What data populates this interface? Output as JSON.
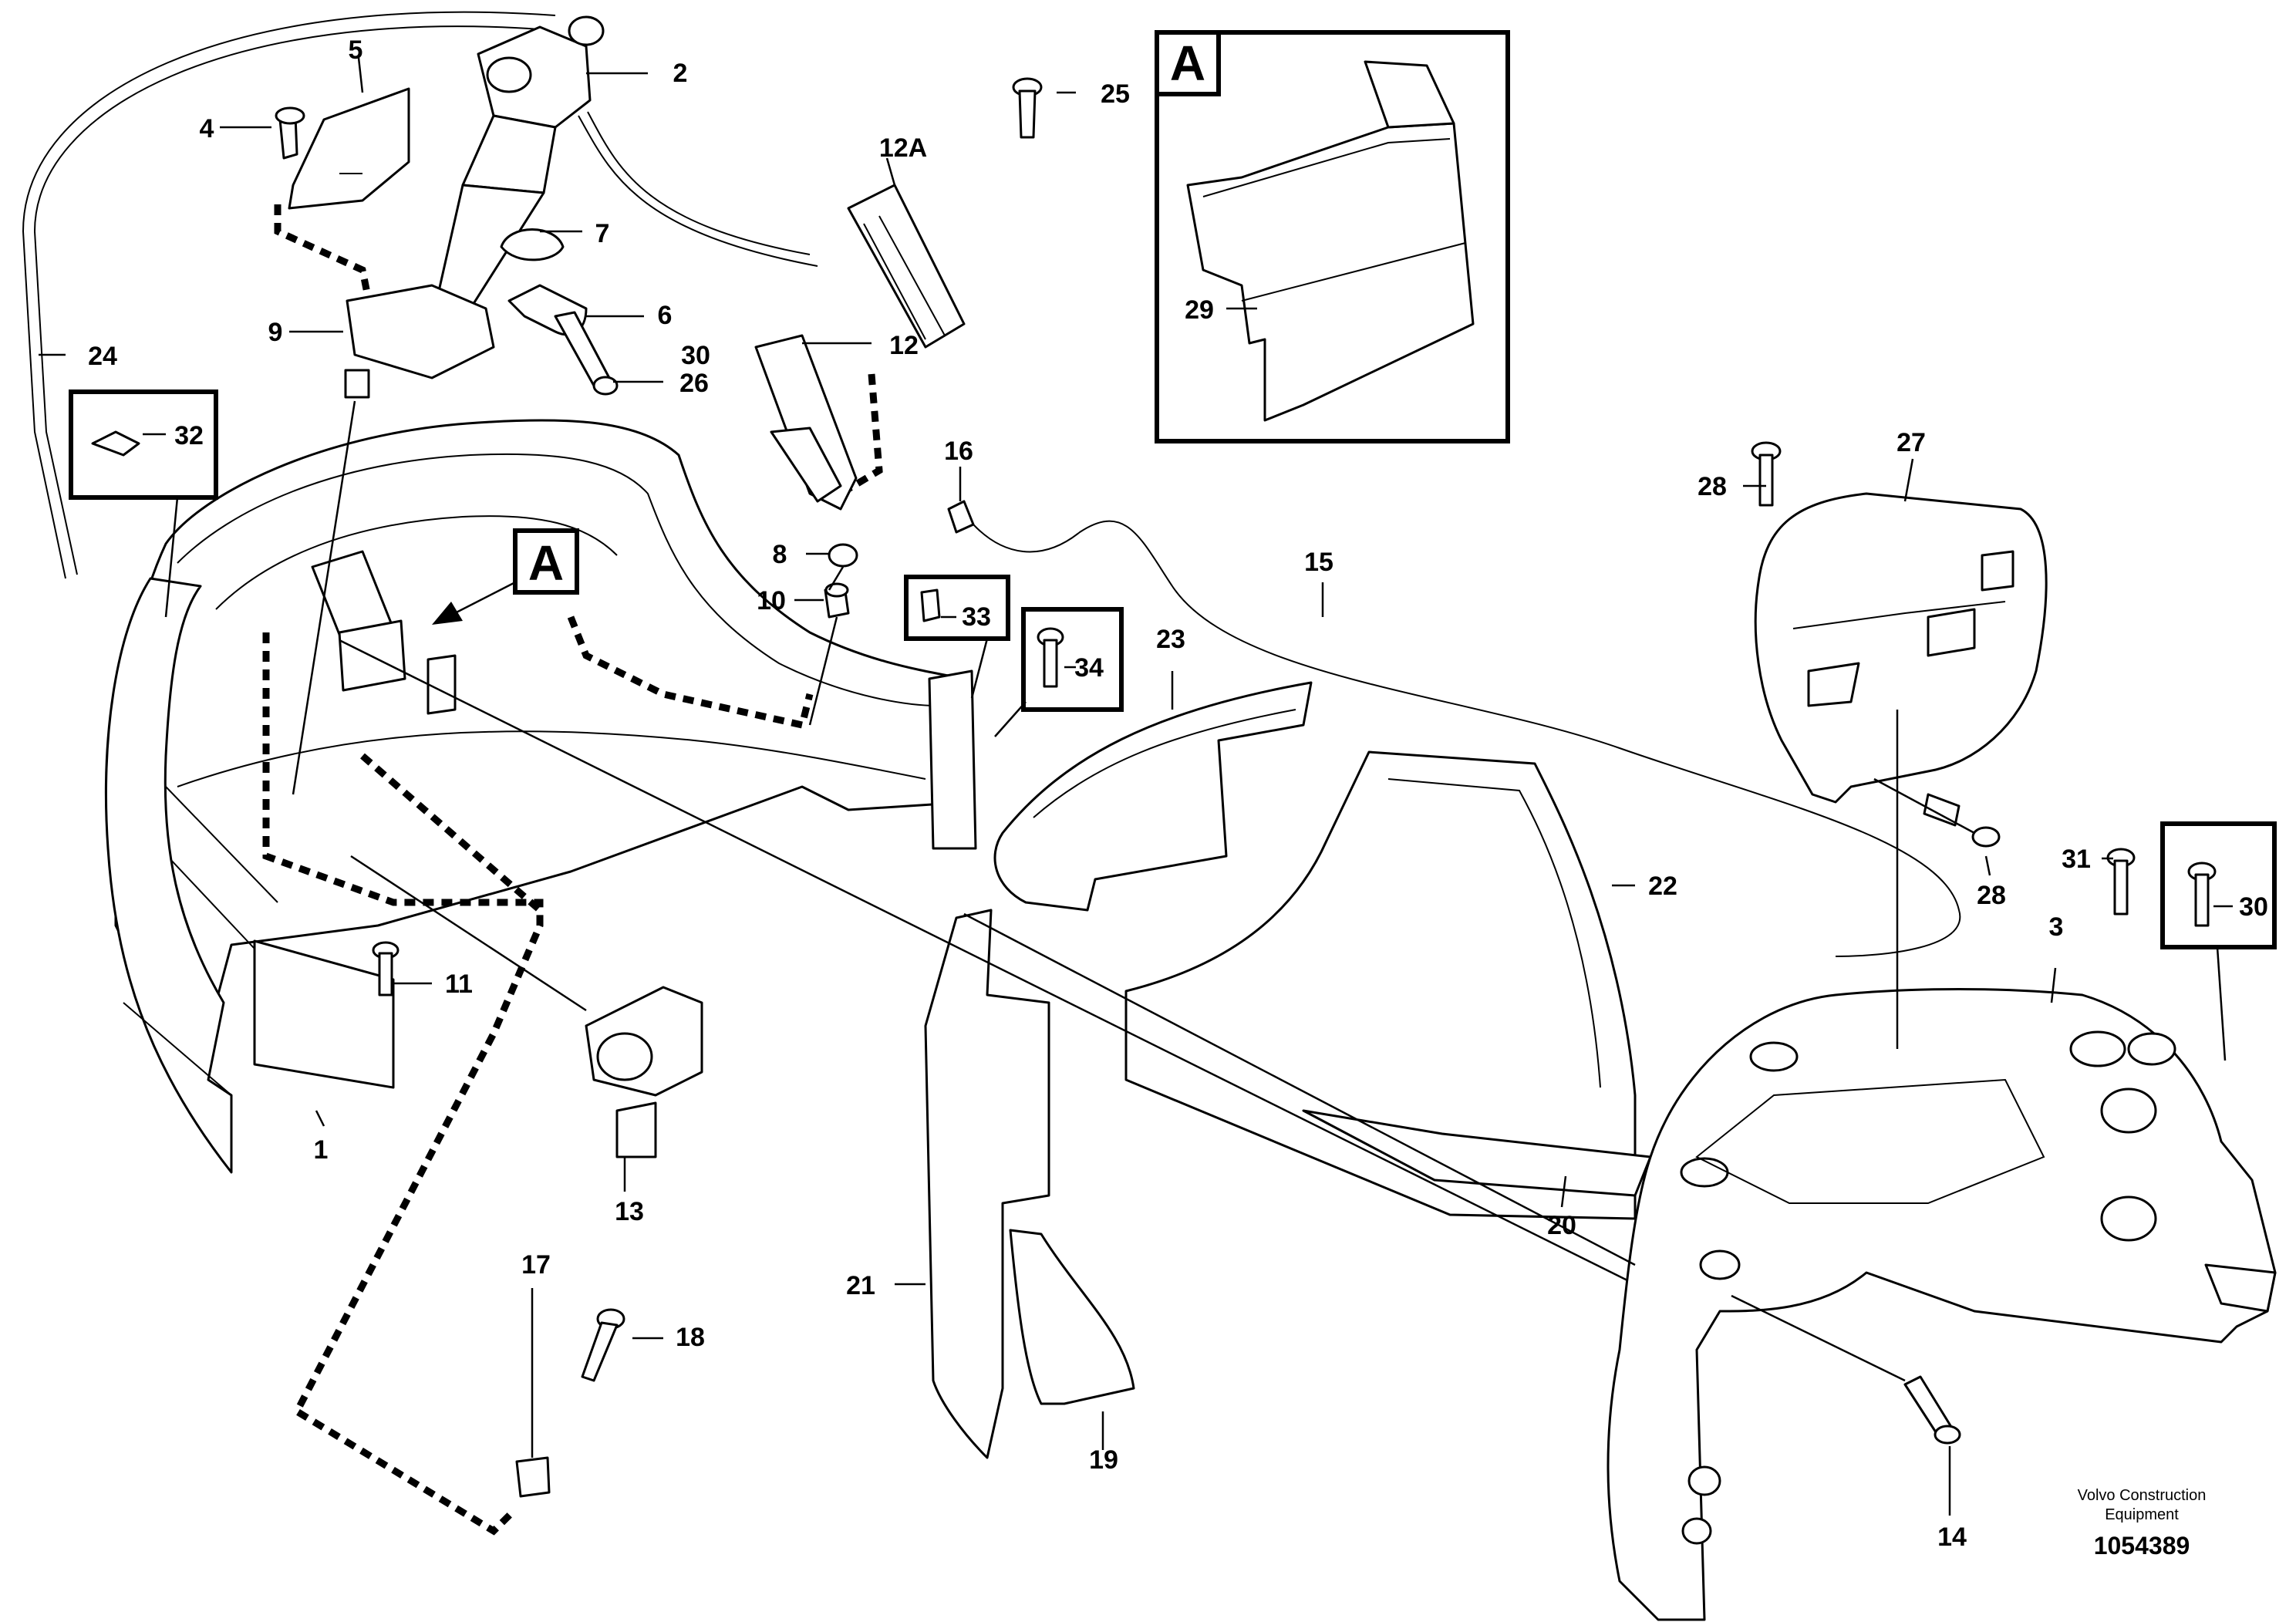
{
  "callouts": {
    "c1": "1",
    "c2": "2",
    "c3": "3",
    "c4": "4",
    "c5": "5",
    "c6": "6",
    "c7": "7",
    "c8": "8",
    "c9": "9",
    "c10": "10",
    "c11": "11",
    "c12": "12",
    "c12a": "12A",
    "c13": "13",
    "c14": "14",
    "c15": "15",
    "c16": "16",
    "c17": "17",
    "c18": "18",
    "c19": "19",
    "c20": "20",
    "c21": "21",
    "c22": "22",
    "c23": "23",
    "c24": "24",
    "c25": "25",
    "c26": "26",
    "c27": "27",
    "c28a": "28",
    "c28b": "28",
    "c29": "29",
    "c30a": "30",
    "c30b": "30",
    "c31": "31",
    "c32": "32",
    "c33": "33",
    "c34": "34"
  },
  "detail": {
    "label": "A"
  },
  "view_marker": {
    "label": "A"
  },
  "credit": {
    "line1": "Volvo Construction",
    "line2": "Equipment"
  },
  "reference_number": "1054389"
}
